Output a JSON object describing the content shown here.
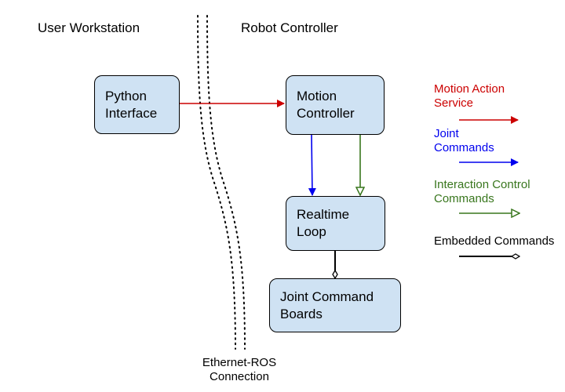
{
  "headings": {
    "workstation": "User Workstation",
    "controller": "Robot Controller"
  },
  "boxes": {
    "python": [
      "Python",
      "Interface"
    ],
    "motion": [
      "Motion",
      "Controller"
    ],
    "realtime": [
      "Realtime",
      "Loop"
    ],
    "jcb": [
      "Joint Command",
      "Boards"
    ]
  },
  "connection_caption": [
    "Ethernet-ROS",
    "Connection"
  ],
  "legend": [
    {
      "lines": [
        "Motion Action",
        "Service"
      ],
      "color": "#cc0000",
      "head": "filled"
    },
    {
      "lines": [
        "Joint",
        "Commands"
      ],
      "color": "#0000ee",
      "head": "filled"
    },
    {
      "lines": [
        "Interaction Control",
        "Commands"
      ],
      "color": "#38761d",
      "head": "open"
    },
    {
      "lines": [
        "Embedded Commands"
      ],
      "color": "#000000",
      "head": "diamond"
    }
  ],
  "colors": {
    "box_fill": "#cfe2f3",
    "motion_action": "#cc0000",
    "joint_commands": "#0000ee",
    "interaction_control": "#38761d",
    "embedded": "#000000"
  }
}
